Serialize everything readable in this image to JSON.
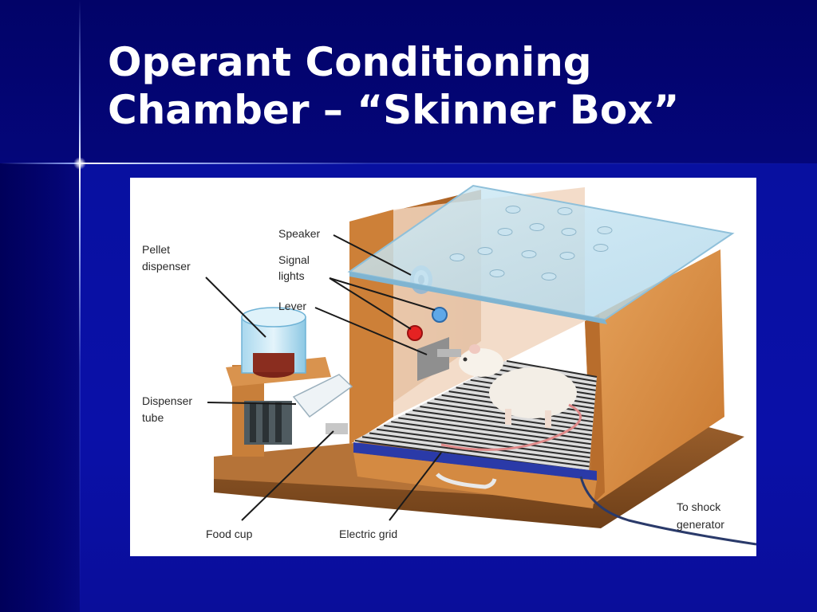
{
  "slide": {
    "title_line1": "Operant Conditioning",
    "title_line2": "Chamber – “Skinner Box”"
  },
  "diagram": {
    "labels": {
      "speaker": "Speaker",
      "signal_lights_1": "Signal",
      "signal_lights_2": "lights",
      "lever": "Lever",
      "pellet_dispenser_1": "Pellet",
      "pellet_dispenser_2": "dispenser",
      "dispenser_tube_1": "Dispenser",
      "dispenser_tube_2": "tube",
      "food_cup": "Food cup",
      "electric_grid": "Electric grid",
      "shock_1": "To shock",
      "shock_2": "generator"
    }
  },
  "colors": {
    "background": "#0a0c8a",
    "title": "#ffffff",
    "wood": "#d98f45",
    "glass": "#bfe0f0"
  }
}
